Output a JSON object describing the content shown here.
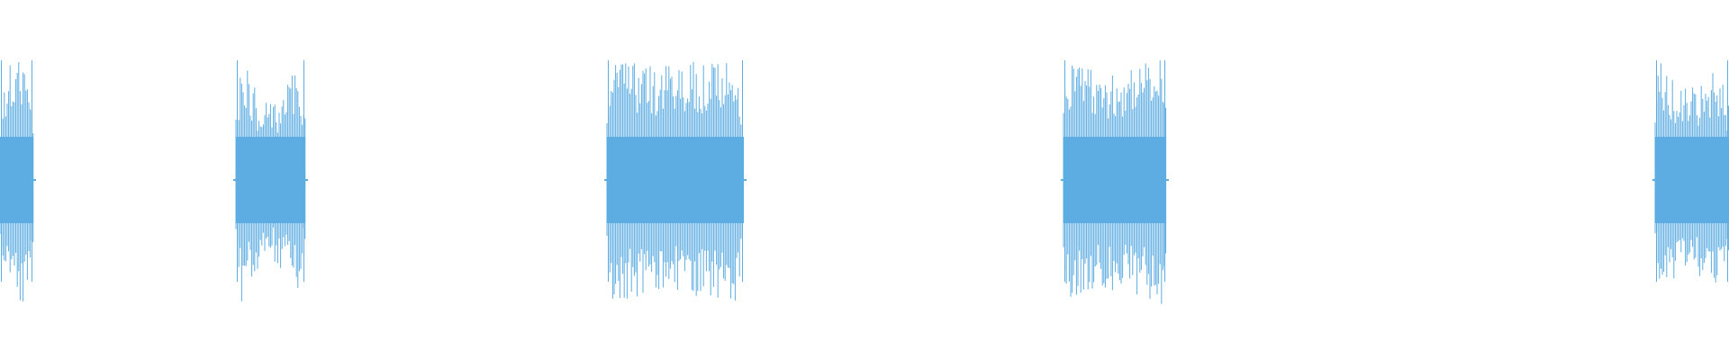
{
  "chart_data": {
    "type": "area",
    "title": "",
    "xlabel": "",
    "ylabel": "",
    "grid": false,
    "legend": "none",
    "x_unit": "pixel-column",
    "x_range": [
      0,
      1920
    ],
    "y_range": [
      -1,
      1
    ],
    "color": "#5dade2",
    "series": [
      {
        "name": "",
        "segments": [
          {
            "start": 0,
            "end": 37,
            "envelope": [
              [
                0,
                0.5
              ],
              [
                8,
                0.92
              ],
              [
                18,
                0.95
              ],
              [
                30,
                1.0
              ],
              [
                37,
                0.55
              ]
            ]
          },
          {
            "start": 262,
            "end": 339,
            "envelope": [
              [
                262,
                0.55
              ],
              [
                268,
                1.0
              ],
              [
                284,
                0.72
              ],
              [
                300,
                0.6
              ],
              [
                318,
                0.78
              ],
              [
                332,
                0.92
              ],
              [
                339,
                0.55
              ]
            ]
          },
          {
            "start": 674,
            "end": 826,
            "envelope": [
              [
                674,
                0.55
              ],
              [
                677,
                1.0
              ],
              [
                700,
                0.95
              ],
              [
                725,
                0.9
              ],
              [
                750,
                0.92
              ],
              [
                780,
                0.95
              ],
              [
                810,
                0.93
              ],
              [
                820,
                1.0
              ],
              [
                826,
                0.55
              ]
            ]
          },
          {
            "start": 1181,
            "end": 1295,
            "envelope": [
              [
                1181,
                0.55
              ],
              [
                1185,
                1.0
              ],
              [
                1210,
                0.9
              ],
              [
                1235,
                0.88
              ],
              [
                1260,
                0.92
              ],
              [
                1285,
                0.98
              ],
              [
                1292,
                1.0
              ],
              [
                1295,
                0.55
              ]
            ]
          },
          {
            "start": 1838,
            "end": 1920,
            "envelope": [
              [
                1838,
                0.55
              ],
              [
                1842,
                1.0
              ],
              [
                1860,
                0.8
              ],
              [
                1875,
                0.72
              ],
              [
                1892,
                0.78
              ],
              [
                1910,
                0.92
              ],
              [
                1920,
                0.6
              ]
            ]
          }
        ]
      }
    ]
  }
}
